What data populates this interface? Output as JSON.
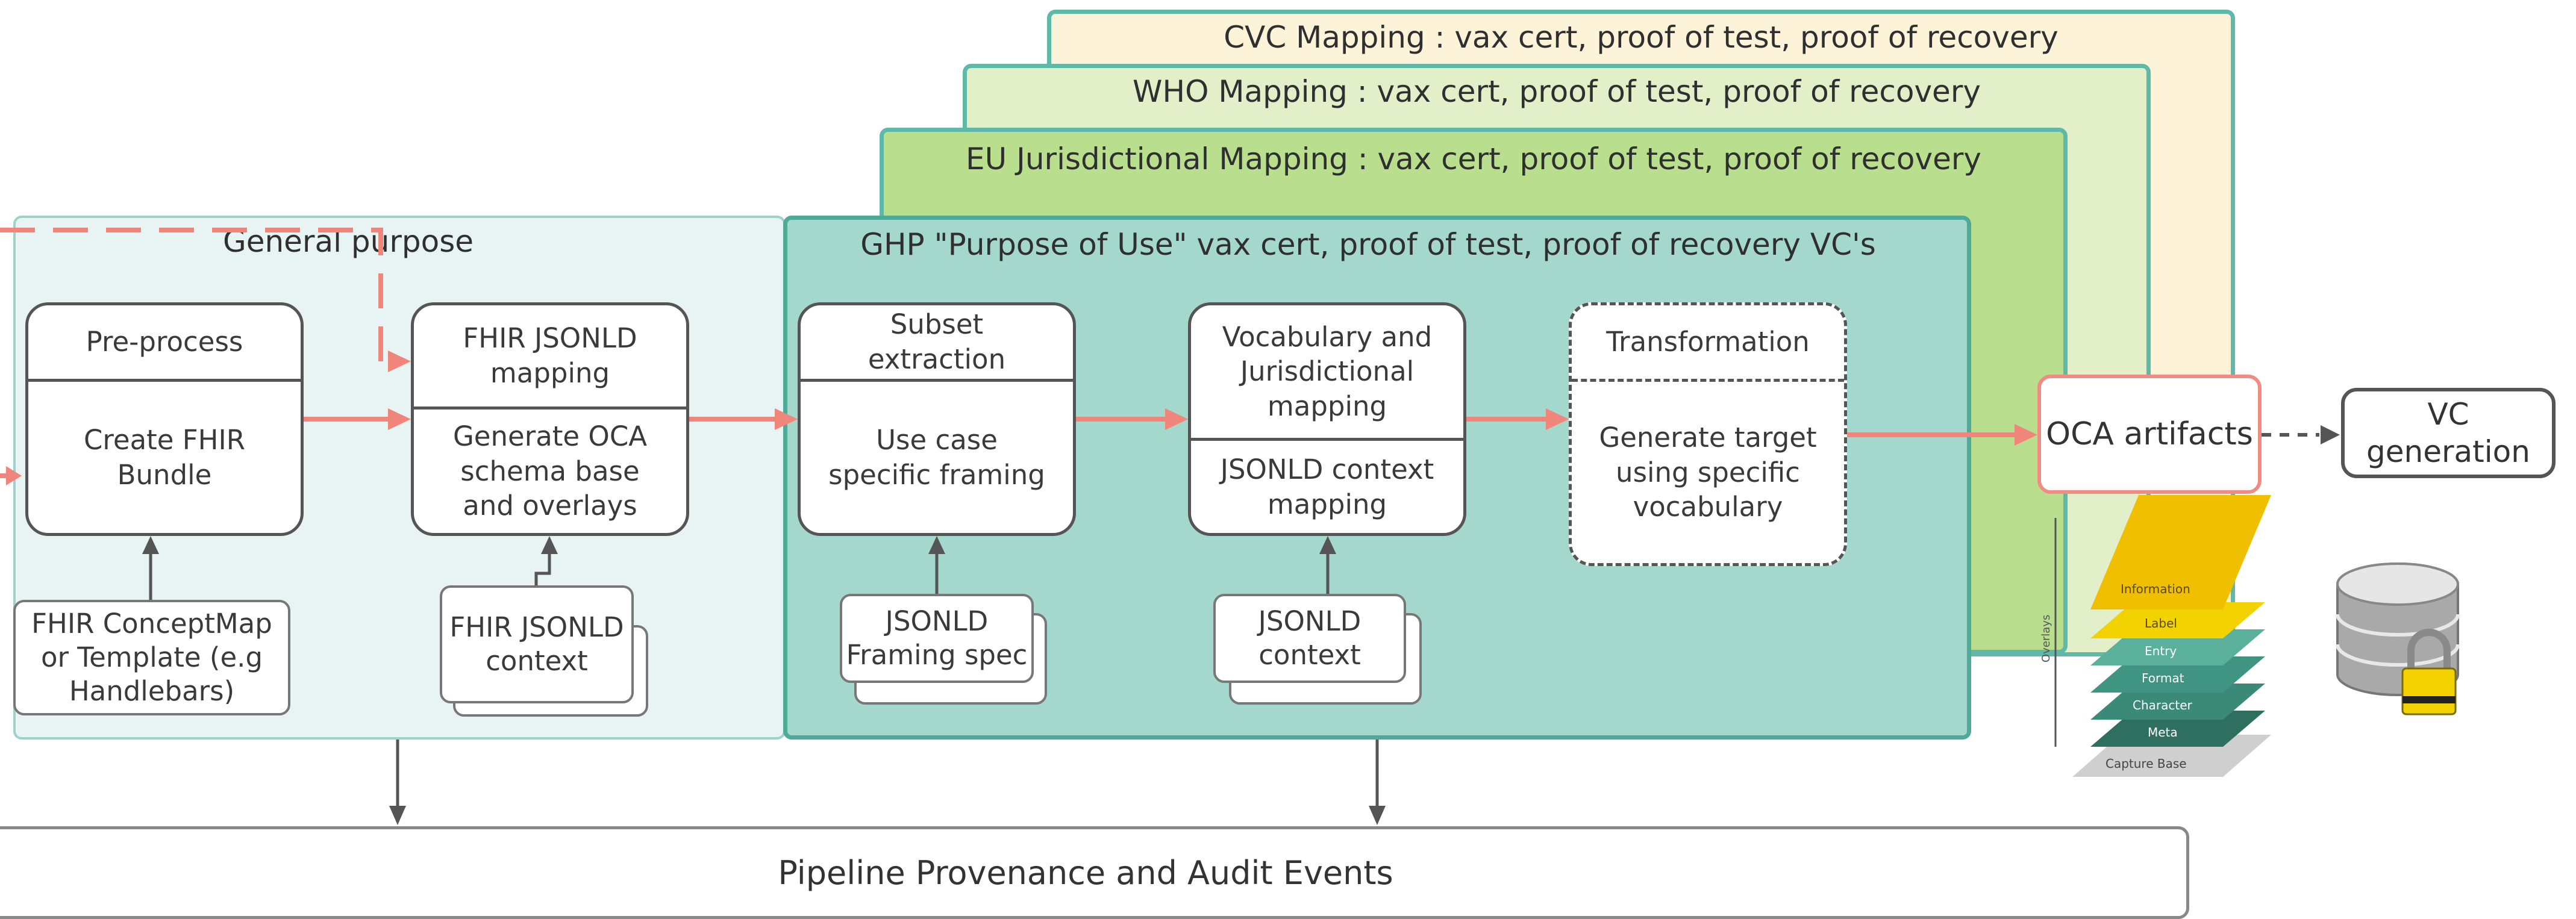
{
  "layers": {
    "cvc": "CVC Mapping : vax cert, proof of test, proof of recovery",
    "who": "WHO Mapping : vax cert, proof of test, proof of recovery",
    "eu": "EU Jurisdictional Mapping : vax cert, proof of test, proof of recovery",
    "ghp": "GHP  \"Purpose of Use\"  vax cert, proof of test, proof of recovery VC's",
    "general": "General purpose"
  },
  "boxes": {
    "preprocess": {
      "top": "Pre-process",
      "bottom": "Create FHIR\nBundle"
    },
    "fhir_jsonld": {
      "top": "FHIR JSONLD\nmapping",
      "bottom": "Generate OCA\nschema base\nand overlays"
    },
    "subset": {
      "top": "Subset\nextraction",
      "bottom": "Use case\nspecific framing"
    },
    "vocab": {
      "top": "Vocabulary and\nJurisdictional\nmapping",
      "bottom": "JSONLD context\nmapping"
    },
    "transform": {
      "top": "Transformation",
      "bottom": "Generate target\nusing specific\nvocabulary"
    }
  },
  "inputs": {
    "conceptmap": "FHIR ConceptMap\nor Template (e.g\nHandlebars)",
    "fhir_context": "FHIR JSONLD\ncontext",
    "framing": "JSONLD\nFraming spec",
    "jsonld_context": "JSONLD\ncontext"
  },
  "outputs": {
    "oca": "OCA artifacts",
    "vc": "VC\ngeneration"
  },
  "oca_stack": {
    "layers": [
      "Information",
      "Label",
      "Entry",
      "Format",
      "Character",
      "Meta",
      "Capture Base"
    ],
    "side_label": "Overlays"
  },
  "icons": [
    "database-lock-icon"
  ],
  "provenance": "Pipeline Provenance and Audit Events",
  "colors": {
    "cvc_fill": "#fdf3d8",
    "cvc_border": "#5fb9a8",
    "who_fill": "#e3efc8",
    "who_border": "#5fb9a8",
    "eu_fill": "#b9df8e",
    "eu_border": "#5fb9a8",
    "ghp_fill": "#a5d8cd",
    "ghp_border": "#4faa98",
    "general_fill": "#e8f4f4",
    "general_border": "#9fd0cb",
    "arrow": "#f0857b"
  }
}
